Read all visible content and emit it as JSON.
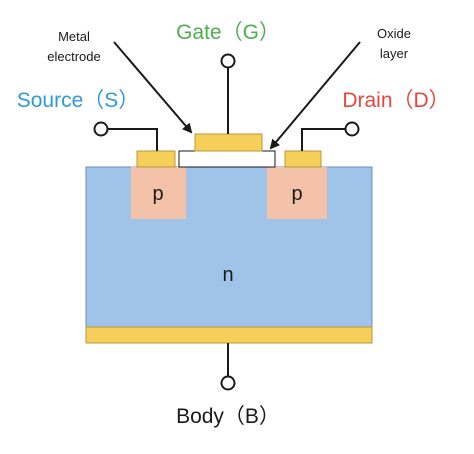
{
  "labels": {
    "gate": "Gate（G）",
    "source": "Source（S）",
    "drain": "Drain（D）",
    "body": "Body（B）",
    "metal_line1": "Metal",
    "metal_line2": "electrode",
    "oxide_line1": "Oxide",
    "oxide_line2": "layer",
    "p_left": "p",
    "p_right": "p",
    "n_region": "n"
  },
  "colors": {
    "gate_text": "#4caf50",
    "source_text": "#2e9ad7",
    "drain_text": "#e8473c",
    "n_substrate": "#9fc3e9",
    "p_region": "#f4c2a8",
    "metal": "#f6cf5b",
    "oxide": "#ffffff",
    "outline": "#1a1a1a"
  }
}
